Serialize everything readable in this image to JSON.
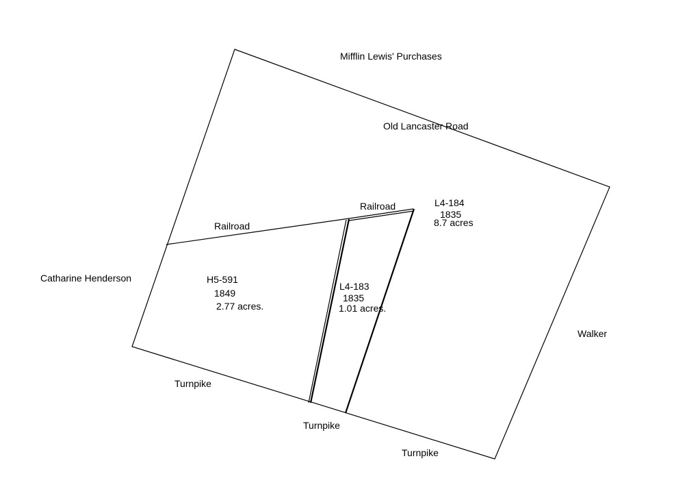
{
  "map": {
    "line_color": "#000000",
    "background": "#ffffff"
  },
  "labels": {
    "mifflin": "Mifflin Lewis' Purchases",
    "old_lancaster": "Old Lancaster Road",
    "railroad_upper": "Railroad",
    "railroad_left": "Railroad",
    "catharine": "Catharine Henderson",
    "walker": "Walker",
    "turnpike_left": "Turnpike",
    "turnpike_center": "Turnpike",
    "turnpike_right": "Turnpike"
  },
  "parcels": {
    "h5_591": {
      "id": "H5-591",
      "year": "1849",
      "area": "2.77 acres."
    },
    "l4_183": {
      "id": "L4-183",
      "year": "1835",
      "area": "1.01 acres."
    },
    "l4_184": {
      "id": "L4-184",
      "year": "1835",
      "area": "8.7 acres"
    }
  }
}
